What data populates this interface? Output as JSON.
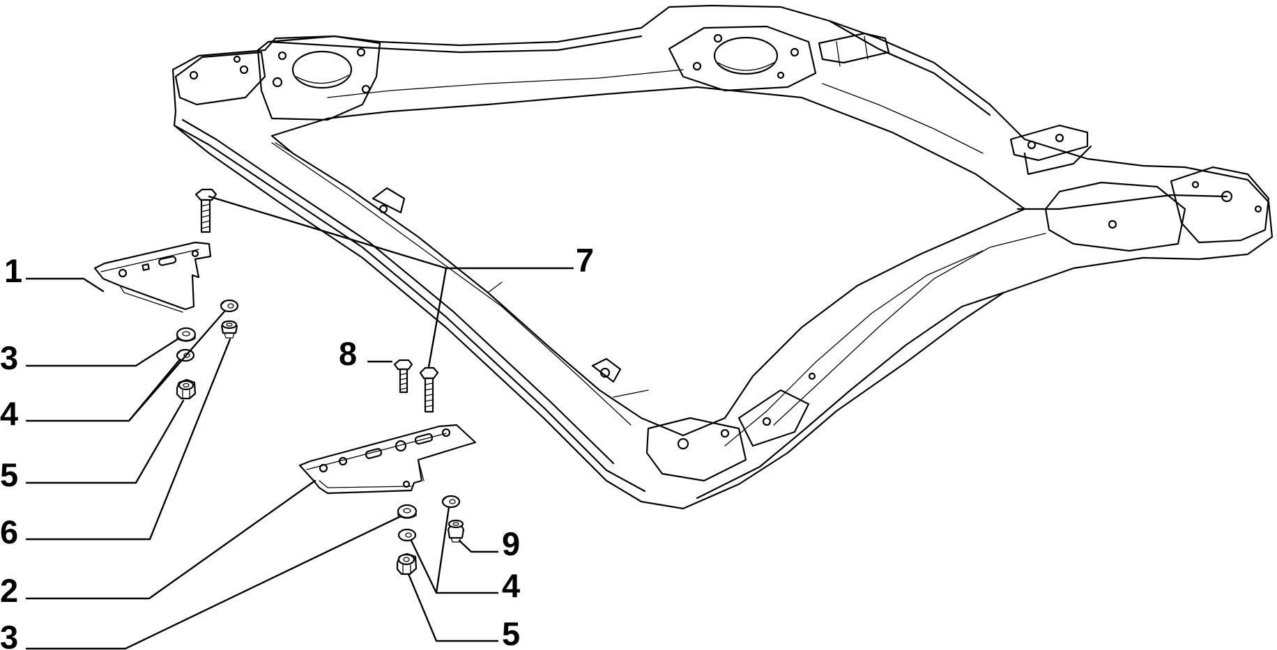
{
  "callouts": {
    "c1": "1",
    "c3a": "3",
    "c4a": "4",
    "c5a": "5",
    "c6": "6",
    "c2": "2",
    "c3b": "3",
    "c7": "7",
    "c8": "8",
    "c9": "9",
    "c4b": "4",
    "c5b": "5"
  }
}
